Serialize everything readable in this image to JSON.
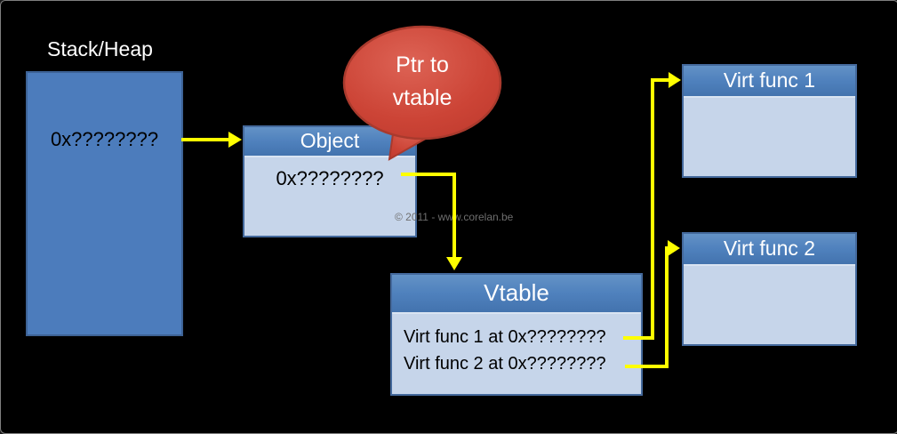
{
  "diagram": {
    "stack": {
      "label": "Stack/Heap",
      "value": "0x????????"
    },
    "object_box": {
      "title": "Object",
      "value": "0x????????"
    },
    "callout": {
      "line1": "Ptr to",
      "line2": "vtable"
    },
    "vtable_box": {
      "title": "Vtable",
      "rows": [
        {
          "text": "Virt func 1 at 0x????????"
        },
        {
          "text": "Virt func 2 at 0x????????"
        }
      ]
    },
    "virt_func_boxes": [
      {
        "title": "Virt func 1"
      },
      {
        "title": "Virt func 2"
      }
    ],
    "watermark": "© 2011 - www.corelan.be",
    "colors": {
      "background": "#000000",
      "frame_border": "#7f7f7f",
      "header_blue": "#4f81bd",
      "body_light_blue": "#c6d5ea",
      "stack_blue": "#4c7cbc",
      "arrow_yellow": "#ffff00",
      "callout_red": "#cc4436",
      "text_white": "#ffffff",
      "text_black": "#000000"
    }
  }
}
